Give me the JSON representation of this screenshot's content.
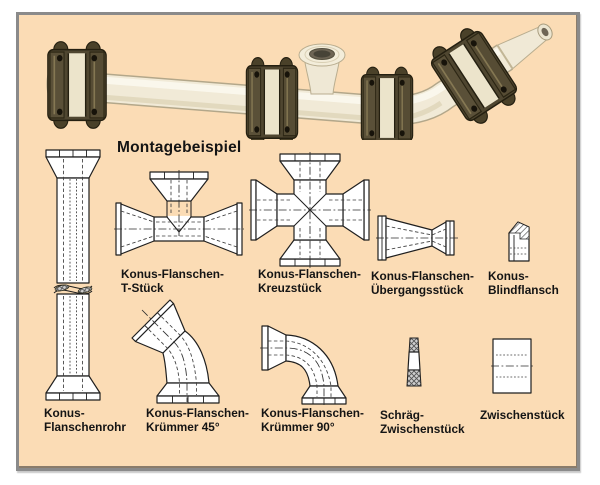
{
  "colors": {
    "page_background": "#ffffff",
    "panel_background": "#fbdcb5",
    "frame_border": "#8a8a8a",
    "ink": "#141414",
    "drawing_fill": "#ffffff",
    "pipe_cream": "#f1ead7",
    "coupling_dark": "#4f4630"
  },
  "title": "Montagebeispiel",
  "fittings": {
    "flanschenrohr": {
      "line1": "Konus-",
      "line2": "Flanschenrohr"
    },
    "t_stueck": {
      "line1": "Konus-Flanschen-",
      "line2": "T-Stück"
    },
    "kreuzstueck": {
      "line1": "Konus-Flanschen-",
      "line2": "Kreuzstück"
    },
    "uebergangsstueck": {
      "line1": "Konus-Flanschen-",
      "line2": "Übergangsstück"
    },
    "blindflansch": {
      "line1": "Konus-",
      "line2": "Blindflansch"
    },
    "kruemmer_45": {
      "line1": "Konus-Flanschen-",
      "line2": "Krümmer 45°"
    },
    "kruemmer_90": {
      "line1": "Konus-Flanschen-",
      "line2": "Krümmer 90°"
    },
    "schraeg_zwischenstueck": {
      "line1": "Schräg-",
      "line2": "Zwischenstück"
    },
    "zwischenstueck": {
      "line1": "Zwischenstück"
    }
  }
}
